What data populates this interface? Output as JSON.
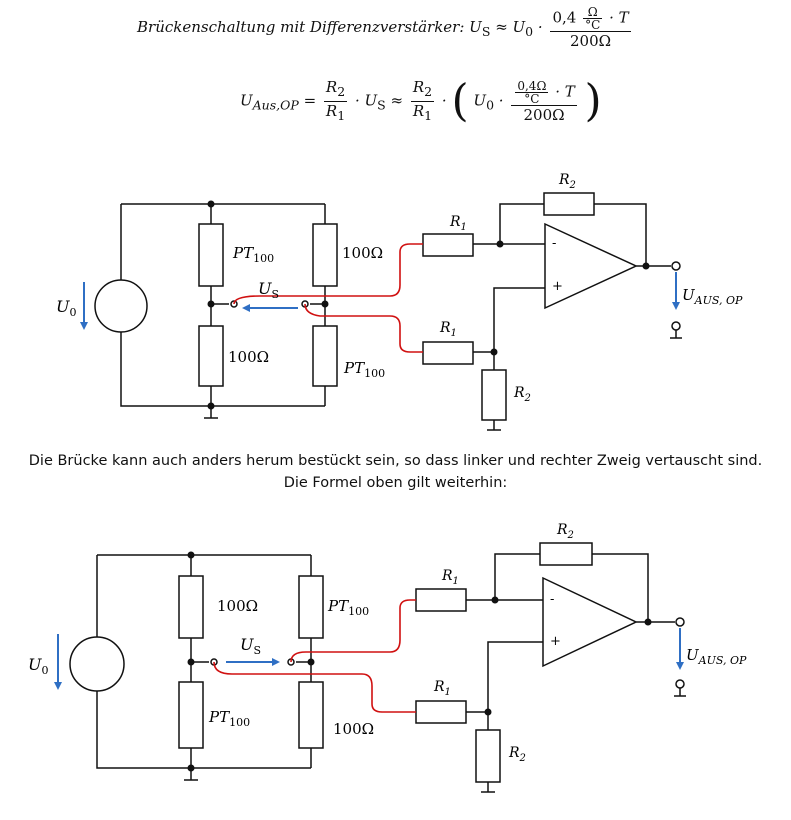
{
  "formula1": {
    "lhs": "Brückenschaltung mit Differenzverstärker: U",
    "sub": "S",
    "approx": "≈ U",
    "sub0": "0",
    "dot": "·",
    "num_a": "0,4",
    "num_b": "Ω",
    "num_c": "°C",
    "num_t": "· T",
    "den": "200Ω"
  },
  "formula2": {
    "lhs": "U",
    "lhs_sub": "Aus,OP",
    "eq": "=",
    "r2": "R",
    "r2_sub": "2",
    "r1": "R",
    "r1_sub": "1",
    "us": "· U",
    "us_sub": "S",
    "approx": "≈",
    "dot": "·",
    "u0": "U",
    "u0_sub": "0",
    "inner_num_a": "0,4Ω",
    "inner_num_b": "°C",
    "inner_t": "· T",
    "inner_den": "200Ω"
  },
  "caption": {
    "line1": "Die Brücke kann auch anders herum bestückt sein, so dass linker und rechter Zweig vertauscht sind.",
    "line2": "Die Formel oben gilt weiterhin:"
  },
  "circuit1": {
    "r_left_top": "PT",
    "r_left_top_sub": "100",
    "r_right_top": "100Ω",
    "r_left_bot": "100Ω",
    "r_right_bot": "PT",
    "r_right_bot_sub": "100",
    "source": "U",
    "source_sub": "0",
    "us": "U",
    "us_sub": "S",
    "r1_top": "R",
    "r1_top_sub": "1",
    "r1_bot": "R",
    "r1_bot_sub": "1",
    "r2_fb": "R",
    "r2_fb_sub": "2",
    "r2_gnd": "R",
    "r2_gnd_sub": "2",
    "minus": "-",
    "plus": "+",
    "out": "U",
    "out_sub": "AUS, OP"
  },
  "circuit2": {
    "r_left_top": "100Ω",
    "r_right_top": "PT",
    "r_right_top_sub": "100",
    "r_left_bot": "PT",
    "r_left_bot_sub": "100",
    "r_right_bot": "100Ω",
    "source": "U",
    "source_sub": "0",
    "us": "U",
    "us_sub": "S",
    "r1_top": "R",
    "r1_top_sub": "1",
    "r1_bot": "R",
    "r1_bot_sub": "1",
    "r2_fb": "R",
    "r2_fb_sub": "2",
    "r2_gnd": "R",
    "r2_gnd_sub": "2",
    "minus": "-",
    "plus": "+",
    "out": "U",
    "out_sub": "AUS, OP"
  },
  "colors": {
    "wire": "#111111",
    "red": "#d01010",
    "blue": "#2f6fc4"
  }
}
